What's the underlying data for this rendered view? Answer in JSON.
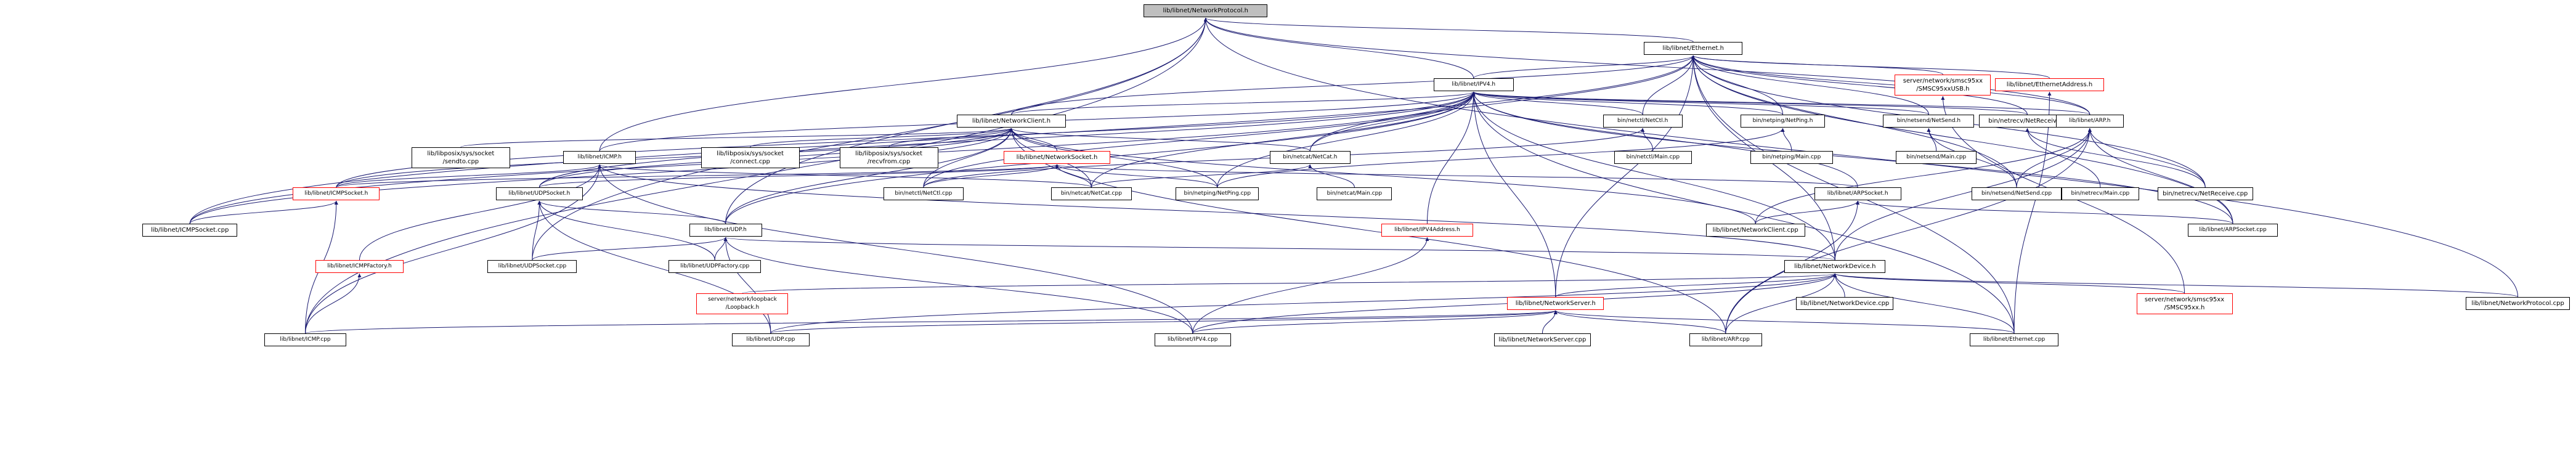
{
  "root": "lib/libnet/NetworkProtocol.h",
  "edge_color": "#191970",
  "nodes": [
    {
      "id": "protocol_h",
      "label": "lib/libnet/NetworkProtocol.h",
      "style": "root"
    },
    {
      "id": "ethernet_h",
      "label": "lib/libnet/Ethernet.h",
      "style": "normal"
    },
    {
      "id": "ipv4_h",
      "label": "lib/libnet/IPV4.h",
      "style": "normal"
    },
    {
      "id": "smsc_usb_h",
      "label": "server/network/smsc95xx\n/SMSC95xxUSB.h",
      "style": "red"
    },
    {
      "id": "ethaddr_h",
      "label": "lib/libnet/EthernetAddress.h",
      "style": "red"
    },
    {
      "id": "netclient_h",
      "label": "lib/libnet/NetworkClient.h",
      "style": "normal"
    },
    {
      "id": "netctl_h",
      "label": "bin/netctl/NetCtl.h",
      "style": "normal"
    },
    {
      "id": "netping_h",
      "label": "bin/netping/NetPing.h",
      "style": "normal"
    },
    {
      "id": "netsend_h",
      "label": "bin/netsend/NetSend.h",
      "style": "normal"
    },
    {
      "id": "netrecv_h",
      "label": "bin/netrecv/NetReceive.h",
      "style": "normal"
    },
    {
      "id": "arp_h",
      "label": "lib/libnet/ARP.h",
      "style": "normal"
    },
    {
      "id": "sendto_cpp",
      "label": "lib/libposix/sys/socket\n/sendto.cpp",
      "style": "normal"
    },
    {
      "id": "icmp_h",
      "label": "lib/libnet/ICMP.h",
      "style": "normal"
    },
    {
      "id": "connect_cpp",
      "label": "lib/libposix/sys/socket\n/connect.cpp",
      "style": "normal"
    },
    {
      "id": "recvfrom_cpp",
      "label": "lib/libposix/sys/socket\n/recvfrom.cpp",
      "style": "normal"
    },
    {
      "id": "netsock_h",
      "label": "lib/libnet/NetworkSocket.h",
      "style": "red"
    },
    {
      "id": "netcat_h",
      "label": "bin/netcat/NetCat.h",
      "style": "normal"
    },
    {
      "id": "netctl_main",
      "label": "bin/netctl/Main.cpp",
      "style": "normal"
    },
    {
      "id": "netping_main",
      "label": "bin/netping/Main.cpp",
      "style": "normal"
    },
    {
      "id": "netsend_main",
      "label": "bin/netsend/Main.cpp",
      "style": "normal"
    },
    {
      "id": "netsend_cpp",
      "label": "bin/netsend/NetSend.cpp",
      "style": "normal"
    },
    {
      "id": "netrecv_main",
      "label": "bin/netrecv/Main.cpp",
      "style": "normal"
    },
    {
      "id": "netrecv_cpp",
      "label": "bin/netrecv/NetReceive.cpp",
      "style": "normal"
    },
    {
      "id": "icmpsock_h",
      "label": "lib/libnet/ICMPSocket.h",
      "style": "red"
    },
    {
      "id": "udpsock_h",
      "label": "lib/libnet/UDPSocket.h",
      "style": "normal"
    },
    {
      "id": "netctl_cpp",
      "label": "bin/netctl/NetCtl.cpp",
      "style": "normal"
    },
    {
      "id": "netcat_cpp",
      "label": "bin/netcat/NetCat.cpp",
      "style": "normal"
    },
    {
      "id": "netping_cpp",
      "label": "bin/netping/NetPing.cpp",
      "style": "normal"
    },
    {
      "id": "netcat_main",
      "label": "bin/netcat/Main.cpp",
      "style": "normal"
    },
    {
      "id": "arpsock_h",
      "label": "lib/libnet/ARPSocket.h",
      "style": "normal"
    },
    {
      "id": "icmpsock_cpp",
      "label": "lib/libnet/ICMPSocket.cpp",
      "style": "normal"
    },
    {
      "id": "udp_h",
      "label": "lib/libnet/UDP.h",
      "style": "normal"
    },
    {
      "id": "ipv4addr_h",
      "label": "lib/libnet/IPV4Address.h",
      "style": "red"
    },
    {
      "id": "netclient_cpp",
      "label": "lib/libnet/NetworkClient.cpp",
      "style": "normal"
    },
    {
      "id": "arpsock_cpp",
      "label": "lib/libnet/ARPSocket.cpp",
      "style": "normal"
    },
    {
      "id": "icmpfactory_h",
      "label": "lib/libnet/ICMPFactory.h",
      "style": "red"
    },
    {
      "id": "udpsock_cpp",
      "label": "lib/libnet/UDPSocket.cpp",
      "style": "normal"
    },
    {
      "id": "udpfactory_cpp",
      "label": "lib/libnet/UDPFactory.cpp",
      "style": "normal"
    },
    {
      "id": "netdevice_h",
      "label": "lib/libnet/NetworkDevice.h",
      "style": "normal"
    },
    {
      "id": "loopback_h",
      "label": "server/network/loopback\n/Loopback.h",
      "style": "red"
    },
    {
      "id": "netserver_h",
      "label": "lib/libnet/NetworkServer.h",
      "style": "red"
    },
    {
      "id": "netdevice_cpp",
      "label": "lib/libnet/NetworkDevice.cpp",
      "style": "normal"
    },
    {
      "id": "smsc_h",
      "label": "server/network/smsc95xx\n/SMSC95xx.h",
      "style": "red"
    },
    {
      "id": "protocol_cpp",
      "label": "lib/libnet/NetworkProtocol.cpp",
      "style": "normal"
    },
    {
      "id": "icmp_cpp",
      "label": "lib/libnet/ICMP.cpp",
      "style": "normal"
    },
    {
      "id": "udp_cpp",
      "label": "lib/libnet/UDP.cpp",
      "style": "normal"
    },
    {
      "id": "ipv4_cpp",
      "label": "lib/libnet/IPV4.cpp",
      "style": "normal"
    },
    {
      "id": "netserver_cpp",
      "label": "lib/libnet/NetworkServer.cpp",
      "style": "normal"
    },
    {
      "id": "arp_cpp",
      "label": "lib/libnet/ARP.cpp",
      "style": "normal"
    },
    {
      "id": "ethernet_cpp",
      "label": "lib/libnet/Ethernet.cpp",
      "style": "normal"
    }
  ],
  "edges": [
    [
      "protocol_h",
      "ethernet_h"
    ],
    [
      "protocol_h",
      "icmp_h"
    ],
    [
      "protocol_h",
      "arp_h"
    ],
    [
      "protocol_h",
      "udp_h"
    ],
    [
      "protocol_h",
      "icmp_cpp"
    ],
    [
      "protocol_h",
      "udpsock_cpp"
    ],
    [
      "protocol_h",
      "protocol_cpp"
    ],
    [
      "protocol_h",
      "ipv4_h"
    ],
    [
      "ethernet_h",
      "ipv4_h"
    ],
    [
      "ethernet_h",
      "smsc_usb_h"
    ],
    [
      "ethernet_h",
      "ethaddr_h"
    ],
    [
      "ethernet_h",
      "netclient_h"
    ],
    [
      "ethernet_h",
      "netctl_h"
    ],
    [
      "ethernet_h",
      "netping_h"
    ],
    [
      "ethernet_h",
      "netsend_h"
    ],
    [
      "ethernet_h",
      "netrecv_h"
    ],
    [
      "ethernet_h",
      "arp_h"
    ],
    [
      "ethernet_h",
      "netsend_cpp"
    ],
    [
      "ethernet_h",
      "netrecv_cpp"
    ],
    [
      "ethernet_h",
      "netcat_h"
    ],
    [
      "ethernet_h",
      "icmpsock_cpp"
    ],
    [
      "ethernet_h",
      "arpsock_cpp"
    ],
    [
      "ethernet_h",
      "netdevice_h"
    ],
    [
      "ethernet_h",
      "netserver_h"
    ],
    [
      "ethernet_h",
      "ethernet_cpp"
    ],
    [
      "ipv4_h",
      "netclient_h"
    ],
    [
      "ipv4_h",
      "netctl_h"
    ],
    [
      "ipv4_h",
      "netping_h"
    ],
    [
      "ipv4_h",
      "netsend_h"
    ],
    [
      "ipv4_h",
      "netrecv_h"
    ],
    [
      "ipv4_h",
      "arp_h"
    ],
    [
      "ipv4_h",
      "icmp_h"
    ],
    [
      "ipv4_h",
      "netcat_h"
    ],
    [
      "ipv4_h",
      "icmpsock_h"
    ],
    [
      "ipv4_h",
      "icmpsock_cpp"
    ],
    [
      "ipv4_h",
      "udpsock_h"
    ],
    [
      "ipv4_h",
      "netctl_cpp"
    ],
    [
      "ipv4_h",
      "netcat_cpp"
    ],
    [
      "ipv4_h",
      "netping_cpp"
    ],
    [
      "ipv4_h",
      "arpsock_h"
    ],
    [
      "ipv4_h",
      "arpsock_cpp"
    ],
    [
      "ipv4_h",
      "ipv4addr_h"
    ],
    [
      "ipv4_h",
      "netdevice_h"
    ],
    [
      "ipv4_h",
      "netserver_h"
    ],
    [
      "ipv4_h",
      "ethernet_cpp"
    ],
    [
      "ipv4_h",
      "udp_h"
    ],
    [
      "smsc_usb_h",
      "smsc_h"
    ],
    [
      "ethaddr_h",
      "ethernet_cpp"
    ],
    [
      "netclient_h",
      "sendto_cpp"
    ],
    [
      "netclient_h",
      "connect_cpp"
    ],
    [
      "netclient_h",
      "recvfrom_cpp"
    ],
    [
      "netclient_h",
      "netsock_h"
    ],
    [
      "netclient_h",
      "netcat_h"
    ],
    [
      "netclient_h",
      "icmpsock_h"
    ],
    [
      "netclient_h",
      "icmpsock_cpp"
    ],
    [
      "netclient_h",
      "netctl_cpp"
    ],
    [
      "netclient_h",
      "netcat_cpp"
    ],
    [
      "netclient_h",
      "netping_cpp"
    ],
    [
      "netclient_h",
      "netclient_cpp"
    ],
    [
      "netclient_h",
      "arp_cpp"
    ],
    [
      "netclient_h",
      "udp_h"
    ],
    [
      "netclient_h",
      "udpsock_h"
    ],
    [
      "netctl_h",
      "netctl_main"
    ],
    [
      "netctl_h",
      "netctl_cpp"
    ],
    [
      "netping_h",
      "netping_main"
    ],
    [
      "netping_h",
      "netping_cpp"
    ],
    [
      "netsend_h",
      "netsend_main"
    ],
    [
      "netsend_h",
      "netsend_cpp"
    ],
    [
      "netrecv_h",
      "netrecv_main"
    ],
    [
      "netrecv_h",
      "netrecv_cpp"
    ],
    [
      "arp_h",
      "netsend_cpp"
    ],
    [
      "arp_h",
      "netrecv_cpp"
    ],
    [
      "arp_h",
      "arpsock_cpp"
    ],
    [
      "arp_h",
      "netdevice_h"
    ],
    [
      "arp_h",
      "arp_cpp"
    ],
    [
      "arp_h",
      "netclient_cpp"
    ],
    [
      "icmp_h",
      "icmpsock_h"
    ],
    [
      "icmp_h",
      "icmpfactory_h"
    ],
    [
      "icmp_h",
      "icmp_cpp"
    ],
    [
      "icmp_h",
      "netdevice_h"
    ],
    [
      "icmp_h",
      "ipv4_cpp"
    ],
    [
      "icmp_h",
      "netcat_cpp"
    ],
    [
      "netsock_h",
      "icmpsock_h"
    ],
    [
      "netsock_h",
      "udpsock_h"
    ],
    [
      "netsock_h",
      "arpsock_h"
    ],
    [
      "netsock_h",
      "netctl_cpp"
    ],
    [
      "netsock_h",
      "netcat_cpp"
    ],
    [
      "netsock_h",
      "netping_cpp"
    ],
    [
      "netcat_h",
      "netcat_main"
    ],
    [
      "netcat_h",
      "netcat_cpp"
    ],
    [
      "icmpsock_h",
      "icmpsock_cpp"
    ],
    [
      "icmpsock_h",
      "icmp_cpp"
    ],
    [
      "udpsock_h",
      "udp_h"
    ],
    [
      "udpsock_h",
      "udpsock_cpp"
    ],
    [
      "udpsock_h",
      "udpfactory_cpp"
    ],
    [
      "udpsock_h",
      "udp_cpp"
    ],
    [
      "arpsock_h",
      "netclient_cpp"
    ],
    [
      "arpsock_h",
      "arpsock_cpp"
    ],
    [
      "arpsock_h",
      "arp_cpp"
    ],
    [
      "udp_h",
      "udpsock_cpp"
    ],
    [
      "udp_h",
      "udpfactory_cpp"
    ],
    [
      "udp_h",
      "netdevice_h"
    ],
    [
      "udp_h",
      "udp_cpp"
    ],
    [
      "udp_h",
      "ipv4_cpp"
    ],
    [
      "ipv4addr_h",
      "ipv4_cpp"
    ],
    [
      "icmpfactory_h",
      "icmp_cpp"
    ],
    [
      "netdevice_h",
      "loopback_h"
    ],
    [
      "netdevice_h",
      "netserver_h"
    ],
    [
      "netdevice_h",
      "netdevice_cpp"
    ],
    [
      "netdevice_h",
      "smsc_h"
    ],
    [
      "netdevice_h",
      "protocol_cpp"
    ],
    [
      "netdevice_h",
      "udp_cpp"
    ],
    [
      "netdevice_h",
      "ipv4_cpp"
    ],
    [
      "netdevice_h",
      "arp_cpp"
    ],
    [
      "netdevice_h",
      "ethernet_cpp"
    ],
    [
      "netserver_h",
      "icmp_cpp"
    ],
    [
      "netserver_h",
      "udp_cpp"
    ],
    [
      "netserver_h",
      "ipv4_cpp"
    ],
    [
      "netserver_h",
      "netserver_cpp"
    ],
    [
      "netserver_h",
      "arp_cpp"
    ],
    [
      "netserver_h",
      "ethernet_cpp"
    ]
  ]
}
